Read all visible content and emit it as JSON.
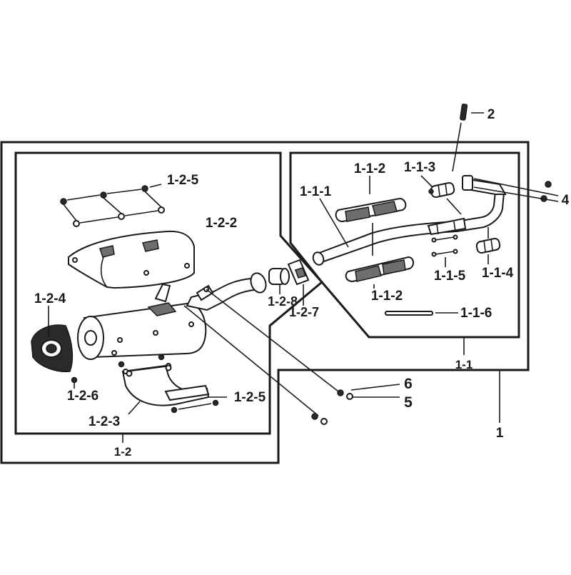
{
  "diagram": {
    "labels": {
      "l1": "1",
      "l11": "1-1",
      "l111": "1-1-1",
      "l112a": "1-1-2",
      "l112b": "1-1-2",
      "l113": "1-1-3",
      "l114": "1-1-4",
      "l115": "1-1-5",
      "l116": "1-1-6",
      "l12": "1-2",
      "l122": "1-2-2",
      "l123": "1-2-3",
      "l124": "1-2-4",
      "l125a": "1-2-5",
      "l125b": "1-2-5",
      "l126": "1-2-6",
      "l127": "1-2-7",
      "l128": "1-2-8",
      "l2": "2",
      "l4": "4",
      "l5": "5",
      "l6": "6"
    }
  }
}
